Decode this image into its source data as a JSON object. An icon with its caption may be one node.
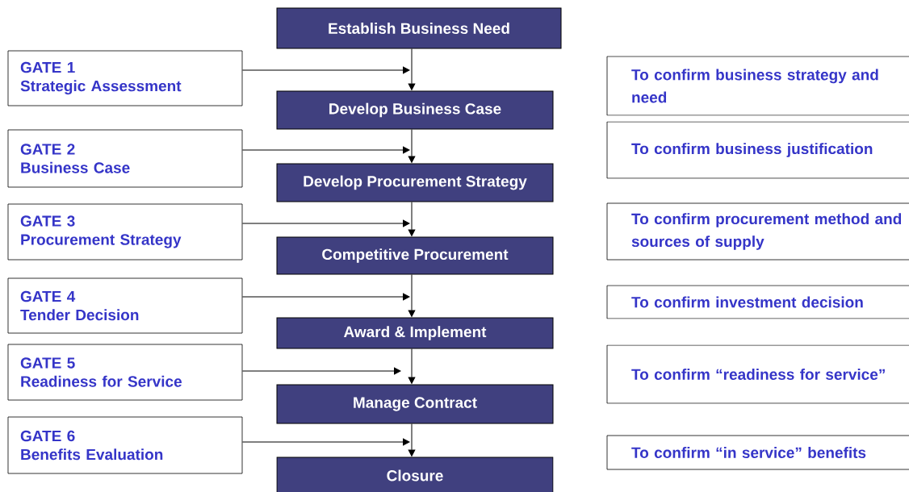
{
  "diagram": {
    "nodes": [
      {
        "text": [
          "Establish Business Need"
        ]
      },
      {
        "text": [
          "Develop Business Case"
        ]
      },
      {
        "text": [
          "Develop Procurement Strategy"
        ]
      },
      {
        "text": [
          "Competitive Procurement"
        ]
      },
      {
        "text": [
          "Award & Implement"
        ]
      },
      {
        "text": [
          "Manage Contract"
        ]
      },
      {
        "text": [
          "Closure"
        ]
      },
      {
        "text": [
          "GATE 1",
          "Strategic Assessment"
        ]
      },
      {
        "text": [
          "GATE 2",
          "Business Case"
        ]
      },
      {
        "text": [
          "GATE 3",
          "Procurement Strategy"
        ]
      },
      {
        "text": [
          "GATE 4",
          "Tender Decision"
        ]
      },
      {
        "text": [
          "GATE 5",
          "Readiness for Service"
        ]
      },
      {
        "text": [
          "GATE 6",
          "Benefits Evaluation"
        ]
      },
      {
        "text": [
          "To confirm business strategy and need"
        ]
      },
      {
        "text": [
          "To confirm business justification"
        ]
      },
      {
        "text": [
          "To confirm procurement method and sources of supply"
        ]
      },
      {
        "text": [
          "To confirm investment decision"
        ]
      },
      {
        "text": [
          "To confirm “readiness for service”"
        ]
      },
      {
        "text": [
          "To confirm “in service” benefits"
        ]
      }
    ],
    "edges": [
      {
        "from": 0,
        "to": 1,
        "arrow": "to"
      },
      {
        "from": 1,
        "to": 2,
        "arrow": "to"
      },
      {
        "from": 2,
        "to": 3,
        "arrow": "to"
      },
      {
        "from": 3,
        "to": 4,
        "arrow": "to"
      },
      {
        "from": 4,
        "to": 5,
        "arrow": "to"
      },
      {
        "from": 5,
        "to": 6,
        "arrow": "to"
      },
      {
        "from": 7,
        "to": 1,
        "arrow": "to"
      },
      {
        "from": 8,
        "to": 2,
        "arrow": "to"
      },
      {
        "from": 9,
        "to": 3,
        "arrow": "to"
      },
      {
        "from": 10,
        "to": 4,
        "arrow": "to"
      },
      {
        "from": 11,
        "to": 5,
        "arrow": "to"
      },
      {
        "from": 12,
        "to": 6,
        "arrow": "to"
      }
    ]
  }
}
